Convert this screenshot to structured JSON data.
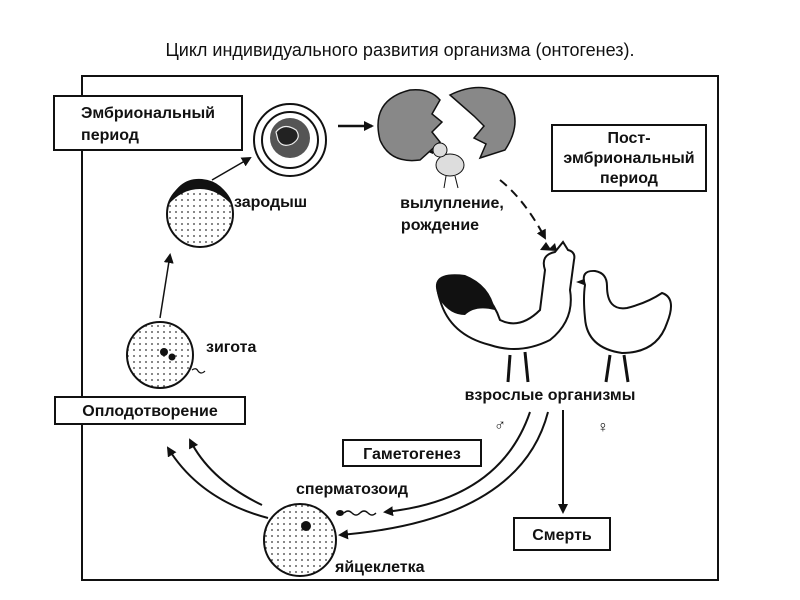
{
  "title": "Цикл индивидуального развития организма (онтогенез).",
  "periods": {
    "embryonic": [
      "Эмбриональный",
      "период"
    ],
    "postembryonic": [
      "Пост-",
      "эмбриональный",
      "период"
    ]
  },
  "stages": {
    "embryo": "зародыш",
    "hatching": [
      "вылупление,",
      "рождение"
    ],
    "adults": "взрослые организмы",
    "male_symbol": "♂",
    "female_symbol": "♀",
    "zygote": "зигота",
    "fertilization": "Оплодотворение",
    "gametogenesis": "Гаметогенез",
    "sperm": "сперматозоид",
    "egg_cell": "яйцеклетка",
    "death": "Смерть"
  }
}
